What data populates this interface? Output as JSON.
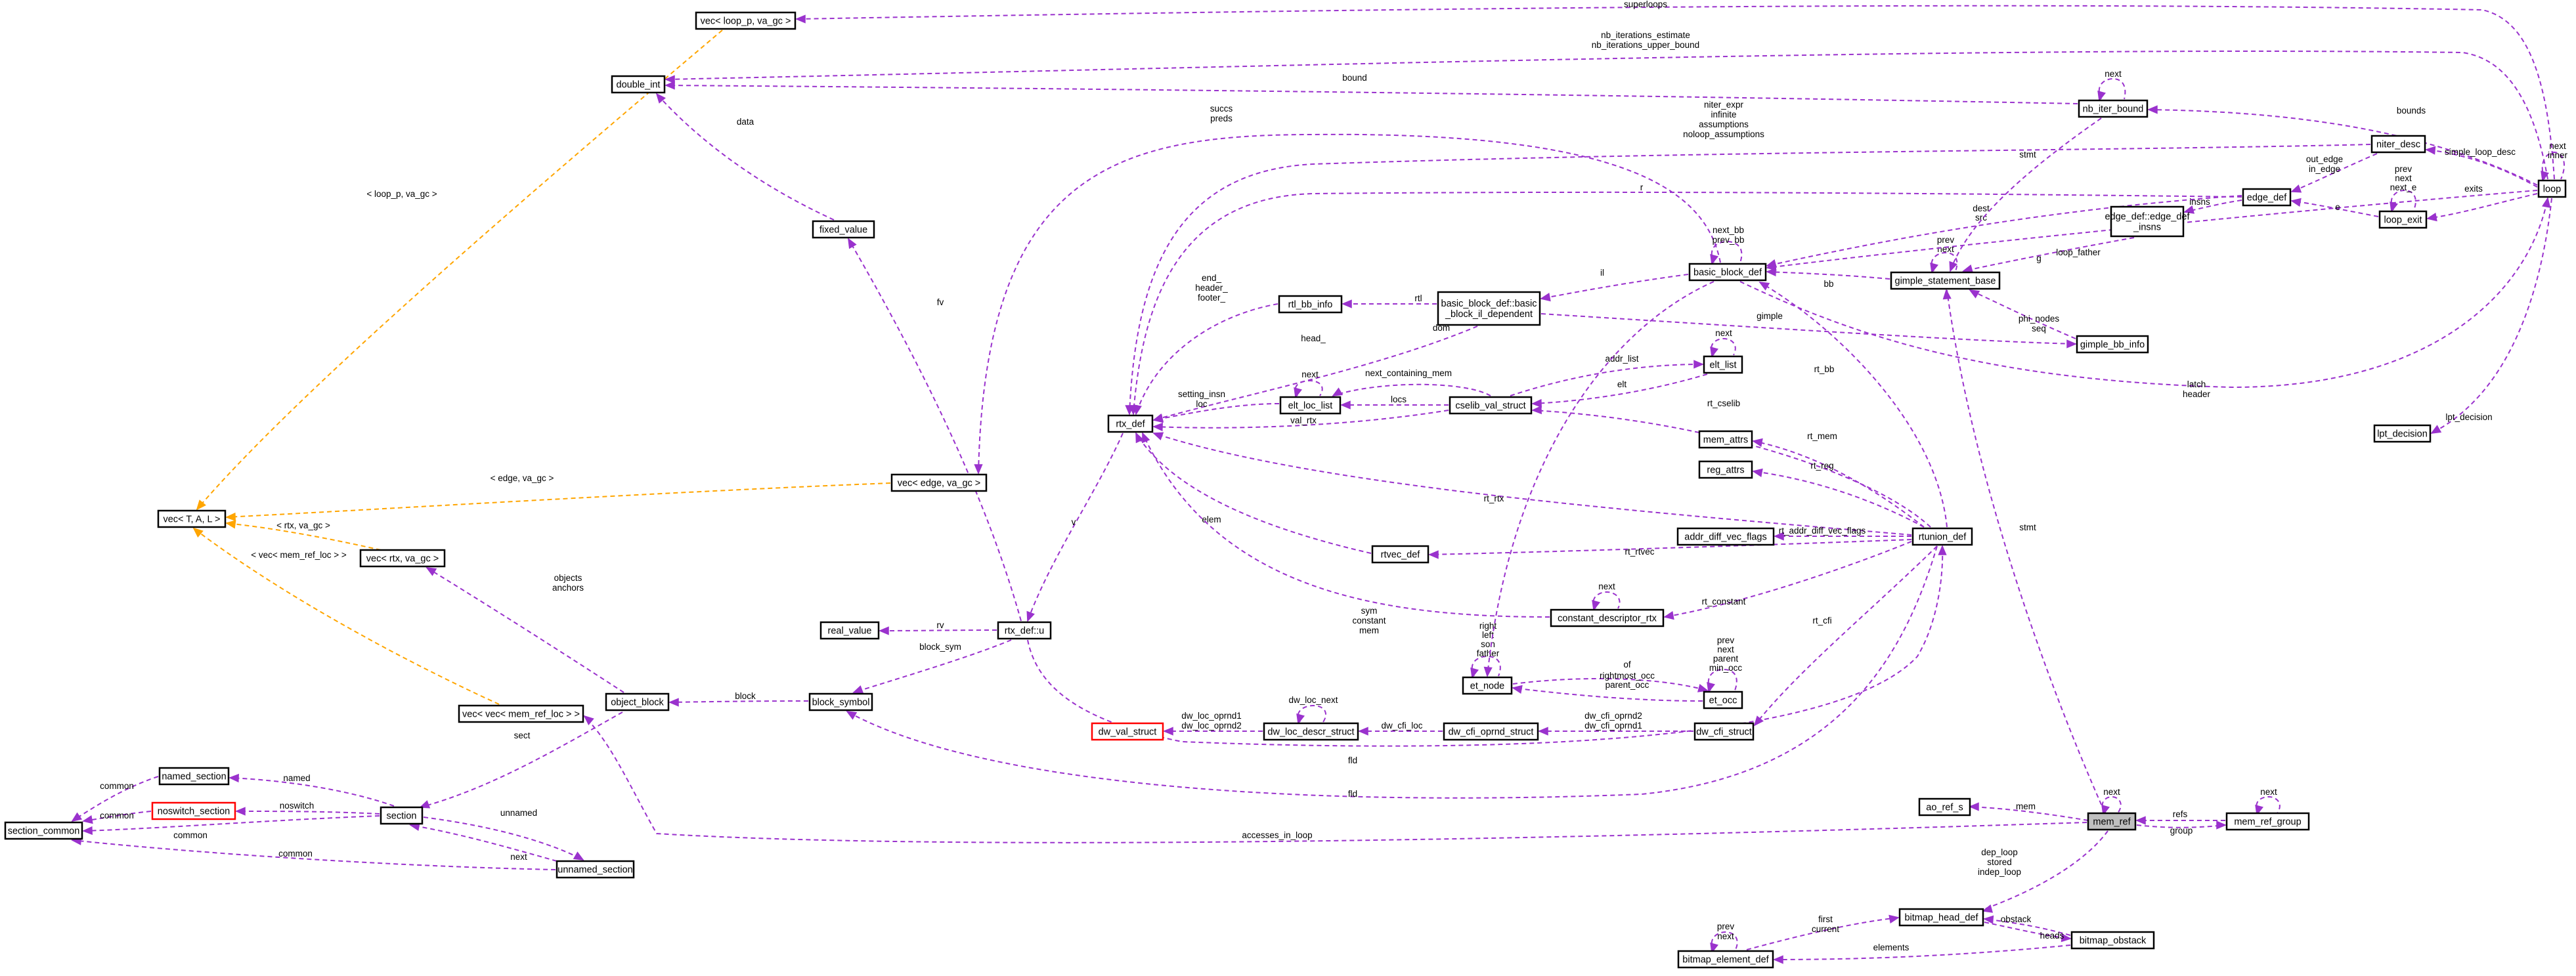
{
  "nodes": [
    {
      "id": "mem_ref",
      "label": "mem_ref",
      "style": "highlight"
    },
    {
      "id": "ao_ref_s",
      "label": "ao_ref_s"
    },
    {
      "id": "mem_ref_group",
      "label": "mem_ref_group"
    },
    {
      "id": "bitmap_head_def",
      "label": "bitmap_head_def"
    },
    {
      "id": "bitmap_obstack",
      "label": "bitmap_obstack"
    },
    {
      "id": "bitmap_element_def",
      "label": "bitmap_element_def"
    },
    {
      "id": "section_common",
      "label": "section_common"
    },
    {
      "id": "named_section",
      "label": "named_section"
    },
    {
      "id": "noswitch_section",
      "label": "noswitch_section",
      "style": "red"
    },
    {
      "id": "section",
      "label": "section"
    },
    {
      "id": "unnamed_section",
      "label": "unnamed_section"
    },
    {
      "id": "vec_T_A_L",
      "label": "vec< T, A, L >"
    },
    {
      "id": "vec_loop_p",
      "label": "vec< loop_p, va_gc >"
    },
    {
      "id": "double_int",
      "label": "double_int"
    },
    {
      "id": "fixed_value",
      "label": "fixed_value"
    },
    {
      "id": "vec_rtx",
      "label": "vec< rtx, va_gc >"
    },
    {
      "id": "vec_edge",
      "label": "vec< edge, va_gc >"
    },
    {
      "id": "vec_vec_mem_ref_loc",
      "label": "vec< vec< mem_ref_loc > >"
    },
    {
      "id": "object_block",
      "label": "object_block"
    },
    {
      "id": "block_symbol",
      "label": "block_symbol"
    },
    {
      "id": "real_value",
      "label": "real_value"
    },
    {
      "id": "rtx_def_u",
      "label": "rtx_def::u"
    },
    {
      "id": "rtx_def",
      "label": "rtx_def"
    },
    {
      "id": "rtl_bb_info",
      "label": "rtl_bb_info"
    },
    {
      "id": "elt_loc_list",
      "label": "elt_loc_list"
    },
    {
      "id": "bb_dependent",
      "label": [
        "basic_block_def::basic",
        "_block_il_dependent"
      ]
    },
    {
      "id": "basic_block_def",
      "label": "basic_block_def"
    },
    {
      "id": "cselib_val_struct",
      "label": "cselib_val_struct"
    },
    {
      "id": "elt_list",
      "label": "elt_list"
    },
    {
      "id": "rtvec_def",
      "label": "rtvec_def"
    },
    {
      "id": "constant_descriptor_rtx",
      "label": "constant_descriptor_rtx"
    },
    {
      "id": "et_node",
      "label": "et_node"
    },
    {
      "id": "et_occ",
      "label": "et_occ"
    },
    {
      "id": "dw_val_struct",
      "label": "dw_val_struct",
      "style": "red"
    },
    {
      "id": "dw_loc_descr_struct",
      "label": "dw_loc_descr_struct"
    },
    {
      "id": "dw_cfi_oprnd_struct",
      "label": "dw_cfi_oprnd_struct"
    },
    {
      "id": "dw_cfi_struct",
      "label": "dw_cfi_struct"
    },
    {
      "id": "mem_attrs",
      "label": "mem_attrs"
    },
    {
      "id": "reg_attrs",
      "label": "reg_attrs"
    },
    {
      "id": "addr_diff_vec_flags",
      "label": "addr_diff_vec_flags"
    },
    {
      "id": "rtunion_def",
      "label": "rtunion_def"
    },
    {
      "id": "gimple_statement_base",
      "label": "gimple_statement_base"
    },
    {
      "id": "gimple_bb_info",
      "label": "gimple_bb_info"
    },
    {
      "id": "edge_def_insns",
      "label": [
        "edge_def::edge_def",
        "_insns"
      ]
    },
    {
      "id": "edge_def",
      "label": "edge_def"
    },
    {
      "id": "nb_iter_bound",
      "label": "nb_iter_bound"
    },
    {
      "id": "niter_desc",
      "label": "niter_desc"
    },
    {
      "id": "loop_exit",
      "label": "loop_exit"
    },
    {
      "id": "loop",
      "label": "loop"
    },
    {
      "id": "lpt_decision",
      "label": "lpt_decision"
    }
  ],
  "edges": [
    {
      "label": [
        "next"
      ]
    },
    {
      "label": [
        "mem"
      ]
    },
    {
      "label": [
        "refs"
      ]
    },
    {
      "label": [
        "group"
      ]
    },
    {
      "label": [
        "next"
      ]
    },
    {
      "label": [
        "dep_loop",
        "stored",
        "indep_loop"
      ]
    },
    {
      "label": [
        "obstack"
      ]
    },
    {
      "label": [
        "heads"
      ]
    },
    {
      "label": [
        "first",
        "current"
      ]
    },
    {
      "label": [
        "elements"
      ]
    },
    {
      "label": [
        "prev",
        "next"
      ]
    },
    {
      "label": [
        "accesses_in_loop"
      ]
    },
    {
      "label": [
        "stmt"
      ]
    },
    {
      "label": [
        "common"
      ]
    },
    {
      "label": [
        "common"
      ]
    },
    {
      "label": [
        "common"
      ]
    },
    {
      "label": [
        "common"
      ]
    },
    {
      "label": [
        "named"
      ]
    },
    {
      "label": [
        "noswitch"
      ]
    },
    {
      "label": [
        "unnamed"
      ]
    },
    {
      "label": [
        "next"
      ]
    },
    {
      "label": [
        "sect"
      ]
    },
    {
      "label": [
        "block"
      ]
    },
    {
      "label": [
        "objects",
        "anchors"
      ]
    },
    {
      "label": [
        "< loop_p, va_gc >"
      ],
      "orange": true
    },
    {
      "label": [
        "< edge, va_gc >"
      ],
      "orange": true
    },
    {
      "label": [
        "< rtx, va_gc >"
      ],
      "orange": true
    },
    {
      "label": [
        "< vec< mem_ref_loc > >"
      ],
      "orange": true
    },
    {
      "label": [
        "superloops"
      ]
    },
    {
      "label": [
        "nb_iterations_estimate",
        "nb_iterations_upper_bound"
      ]
    },
    {
      "label": [
        "bound"
      ]
    },
    {
      "label": [
        "data"
      ]
    },
    {
      "label": [
        "fv"
      ]
    },
    {
      "label": [
        "rv"
      ]
    },
    {
      "label": [
        "block_sym"
      ]
    },
    {
      "label": [
        "v"
      ]
    },
    {
      "label": [
        "fld"
      ]
    },
    {
      "label": [
        "fld"
      ]
    },
    {
      "label": [
        "succs",
        "preds"
      ]
    },
    {
      "label": [
        "niter_expr",
        "infinite",
        "assumptions",
        "noloop_assumptions"
      ]
    },
    {
      "label": [
        "r"
      ]
    },
    {
      "label": [
        "head_"
      ]
    },
    {
      "label": [
        "end_",
        "header_",
        "footer_"
      ]
    },
    {
      "label": [
        "rtl"
      ]
    },
    {
      "label": [
        "setting_insn",
        "loc"
      ]
    },
    {
      "label": [
        "next"
      ]
    },
    {
      "label": [
        "locs"
      ]
    },
    {
      "label": [
        "val_rtx"
      ]
    },
    {
      "label": [
        "next_containing_mem"
      ]
    },
    {
      "label": [
        "addr_list"
      ]
    },
    {
      "label": [
        "elt"
      ]
    },
    {
      "label": [
        "next"
      ]
    },
    {
      "label": [
        "elem"
      ]
    },
    {
      "label": [
        "sym",
        "constant",
        "mem"
      ]
    },
    {
      "label": [
        "next"
      ]
    },
    {
      "label": [
        "rt_rtx"
      ]
    },
    {
      "label": [
        "rt_cselib"
      ]
    },
    {
      "label": [
        "rt_mem"
      ]
    },
    {
      "label": [
        "rt_reg"
      ]
    },
    {
      "label": [
        "rt_addr_diff_vec_flags"
      ]
    },
    {
      "label": [
        "rt_rtvec"
      ]
    },
    {
      "label": [
        "rt_constant"
      ]
    },
    {
      "label": [
        "rt_cfi"
      ]
    },
    {
      "label": [
        "rt_bb"
      ]
    },
    {
      "label": [
        "right",
        "left",
        "son",
        "father"
      ]
    },
    {
      "label": [
        "of"
      ]
    },
    {
      "label": [
        "prev",
        "next",
        "parent",
        "min_occ"
      ]
    },
    {
      "label": [
        "rightmost_occ",
        "parent_occ"
      ]
    },
    {
      "label": [
        "dom"
      ]
    },
    {
      "label": [
        "dw_loc_oprnd1",
        "dw_loc_oprnd2"
      ]
    },
    {
      "label": [
        "dw_loc_next"
      ]
    },
    {
      "label": [
        "dw_cfi_loc"
      ]
    },
    {
      "label": [
        "dw_cfi_oprnd2",
        "dw_cfi_oprnd1"
      ]
    },
    {
      "label": [
        "next_bb",
        "prev_bb"
      ]
    },
    {
      "label": [
        "il"
      ]
    },
    {
      "label": [
        "bb"
      ]
    },
    {
      "label": [
        "prev",
        "next"
      ]
    },
    {
      "label": [
        "gimple"
      ]
    },
    {
      "label": [
        "phi_nodes",
        "seq"
      ]
    },
    {
      "label": [
        "g"
      ]
    },
    {
      "label": [
        "dest",
        "src"
      ]
    },
    {
      "label": [
        "insns"
      ]
    },
    {
      "label": [
        "stmt"
      ]
    },
    {
      "label": [
        "loop_father"
      ]
    },
    {
      "label": [
        "latch",
        "header"
      ]
    },
    {
      "label": [
        "next"
      ]
    },
    {
      "label": [
        "bounds"
      ]
    },
    {
      "label": [
        "simple_loop_desc"
      ]
    },
    {
      "label": [
        "out_edge",
        "in_edge"
      ]
    },
    {
      "label": [
        "e"
      ]
    },
    {
      "label": [
        "prev",
        "next",
        "next_e"
      ]
    },
    {
      "label": [
        "exits"
      ]
    },
    {
      "label": [
        "next",
        "inner"
      ]
    },
    {
      "label": [
        "lpt_decision"
      ]
    }
  ]
}
